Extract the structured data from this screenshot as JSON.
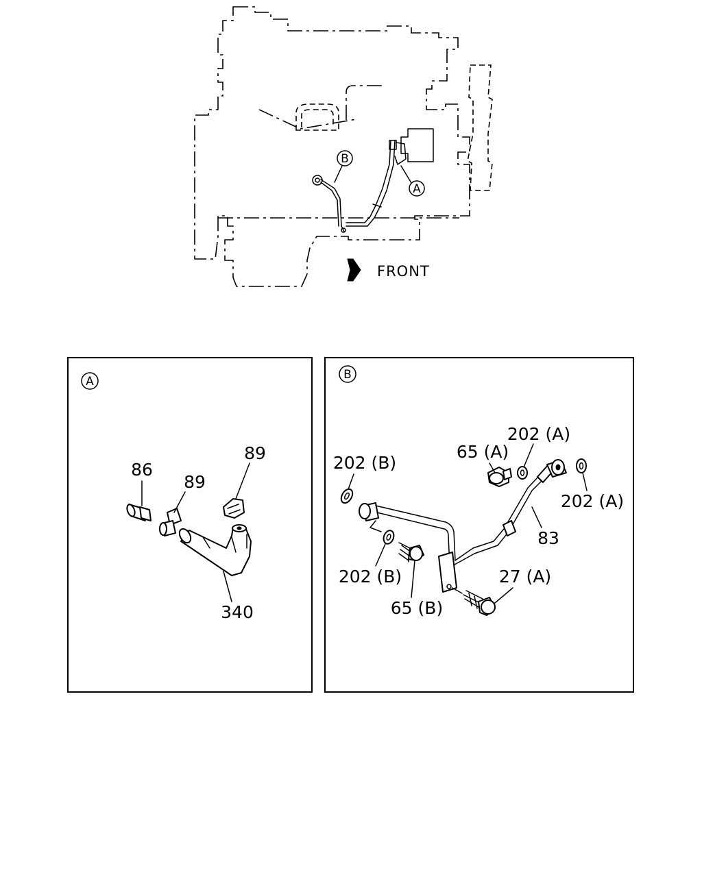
{
  "overview": {
    "callout_a": "A",
    "callout_b": "B",
    "direction_label": "FRONT"
  },
  "detail_a": {
    "header": "A",
    "parts": [
      "86",
      "89",
      "89",
      "340"
    ]
  },
  "detail_b": {
    "header": "B",
    "parts": [
      "202 (A)",
      "65 (A)",
      "202 (B)",
      "202 (A)",
      "83",
      "27 (A)",
      "202 (B)",
      "65 (B)"
    ]
  }
}
